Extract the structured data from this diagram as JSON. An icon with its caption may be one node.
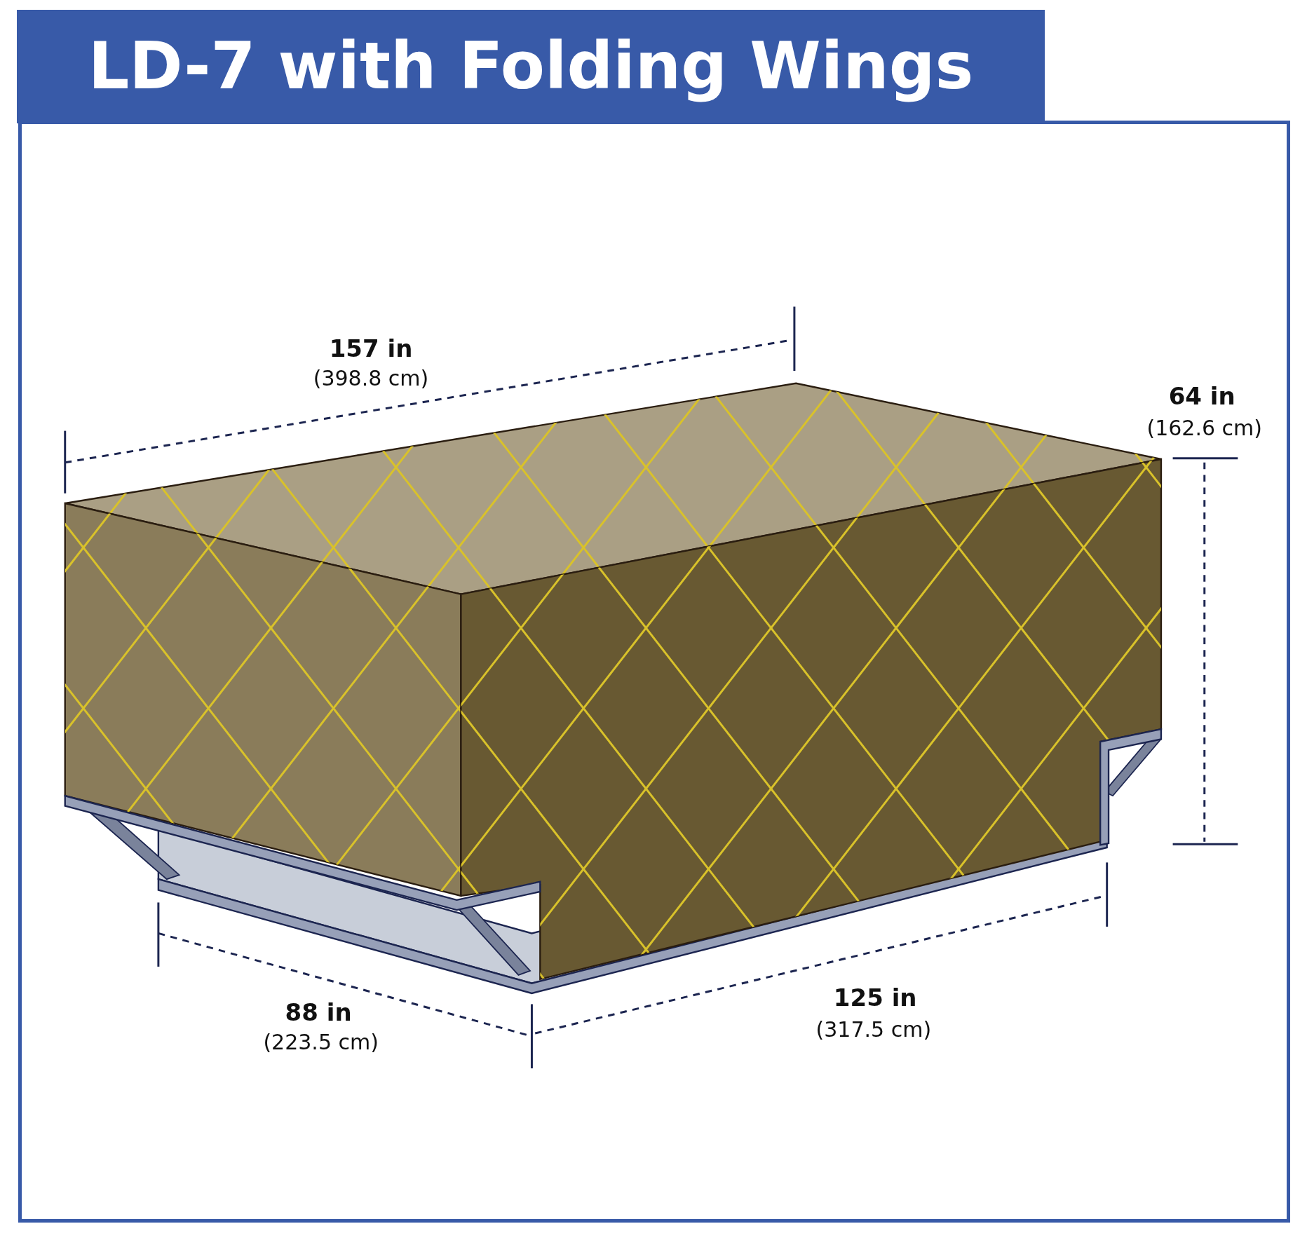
{
  "diagram": {
    "title": "LD-7 with Folding Wings",
    "labels": [
      "157 in",
      "(398.8 cm)",
      "64 in",
      "(162.6 cm)",
      "88 in",
      "(223.5 cm)",
      "125 in",
      "(317.5 cm)"
    ]
  }
}
